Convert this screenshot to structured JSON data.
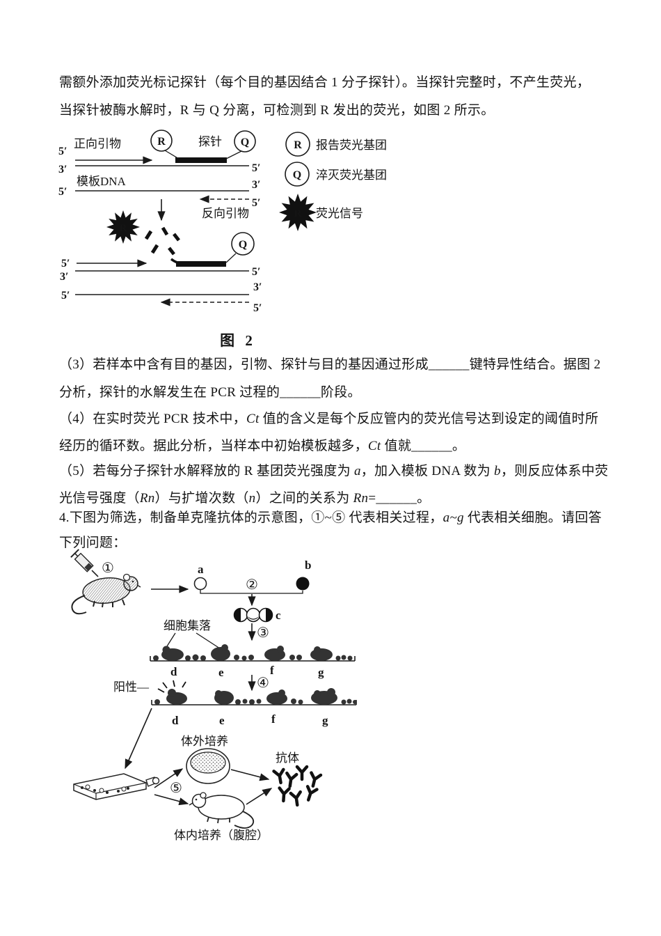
{
  "intro": {
    "line1": "需额外添加荧光标记探针（每个目的基因结合 1 分子探针）。当探针完整时，不产生荧光，",
    "line2": "当探针被酶水解时，R 与 Q 分离，可检测到 R 发出的荧光，如图 2 所示。"
  },
  "q3": {
    "line1": "（3）若样本中含有目的基因，引物、探针与目的基因通过形成______键特异性结合。据图 2",
    "line2": "分析，探针的水解发生在 PCR 过程的______阶段。"
  },
  "q4ct": {
    "l1a": "（4）在实时荧光 PCR 技术中，",
    "l1b": "Ct",
    "l1c": " 值的含义是每个反应管内的荧光信号达到设定的阈值时所",
    "l2a": "经历的循环数。据此分析，当样本中初始模板越多，",
    "l2b": "Ct",
    "l2c": " 值就______。"
  },
  "q5": {
    "l1a": "（5）若每分子探针水解释放的 R 基团荧光强度为 ",
    "l1b": "a",
    "l1c": "，加入模板 DNA 数为 ",
    "l1d": "b",
    "l1e": "，则反应体系中荧",
    "l2a": "光信号强度（",
    "l2b": "Rn",
    "l2c": "）与扩增次数（",
    "l2d": "n",
    "l2e": "）之间的关系为 ",
    "l2f": "Rn",
    "l2g": "=______。"
  },
  "q4intro": {
    "l1a": "4.下图为筛选，制备单克隆抗体的示意图，①~⑤ 代表相关过程，",
    "l1b": "a~g",
    "l1c": " 代表相关细胞。请回答",
    "line2": "下列问题："
  },
  "fig2": {
    "caption": "图 2",
    "forward_primer": "正向引物",
    "probe": "探针",
    "template": "模板DNA",
    "reverse_primer": "反向引物",
    "r": "R",
    "q": "Q",
    "p5": "5′",
    "p3": "3′",
    "legend_reporter": "报告荧光基团",
    "legend_quencher": "淬灭荧光基团",
    "legend_signal": "荧光信号"
  },
  "fig4": {
    "steps": [
      "①",
      "②",
      "③",
      "④",
      "⑤"
    ],
    "cells": [
      "a",
      "b",
      "c",
      "d",
      "e",
      "f",
      "g"
    ],
    "colony": "细胞集落",
    "positive": "阳性—",
    "invitro": "体外培养",
    "invivo": "体内培养（腹腔）",
    "antibody": "抗体"
  }
}
